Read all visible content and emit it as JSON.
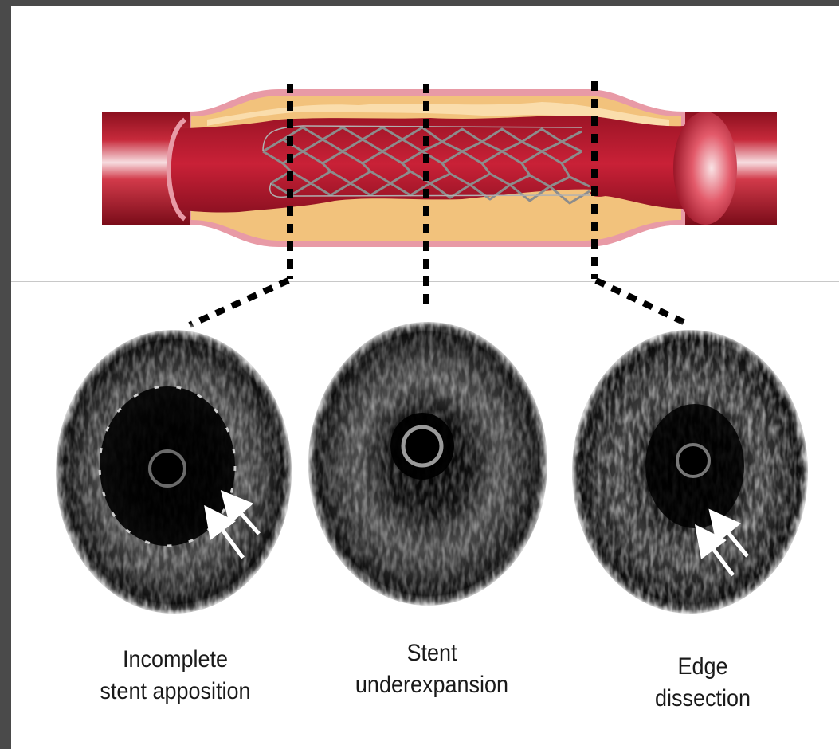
{
  "panels": [
    {
      "line1": "Incomplete",
      "line2": "stent apposition"
    },
    {
      "line1": "Stent",
      "line2": "underexpansion"
    },
    {
      "line1": "Edge",
      "line2": "dissection"
    }
  ],
  "colors": {
    "frame": "#4a4a4a",
    "background": "#ffffff",
    "vessel_lumen": "#c2203a",
    "vessel_wall": "#e89aa6",
    "plaque": "#f2c27c",
    "stent_strut": "#8c8c8c",
    "guide_line": "#000000",
    "arrow": "#ffffff"
  }
}
